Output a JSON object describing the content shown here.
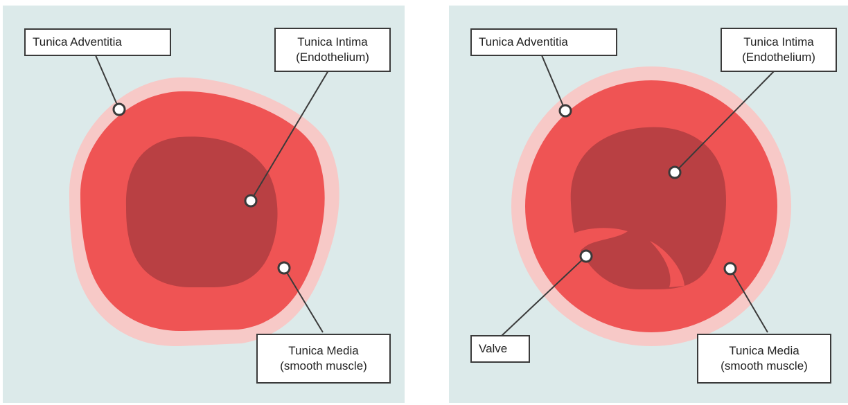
{
  "colors": {
    "background": "#dceaea",
    "adventitia": "#f7c9c7",
    "media": "#ef5454",
    "intima": "#b94043",
    "valve": "#ef5454",
    "outline": "#3a3a3a"
  },
  "artery": {
    "labels": {
      "adventitia": "Tunica Adventitia",
      "intima_line1": "Tunica Intima",
      "intima_line2": "(Endothelium)",
      "media_line1": "Tunica Media",
      "media_line2": "(smooth muscle)"
    }
  },
  "vein": {
    "labels": {
      "adventitia": "Tunica Adventitia",
      "intima_line1": "Tunica Intima",
      "intima_line2": "(Endothelium)",
      "valve": "Valve",
      "media_line1": "Tunica Media",
      "media_line2": "(smooth muscle)"
    }
  }
}
